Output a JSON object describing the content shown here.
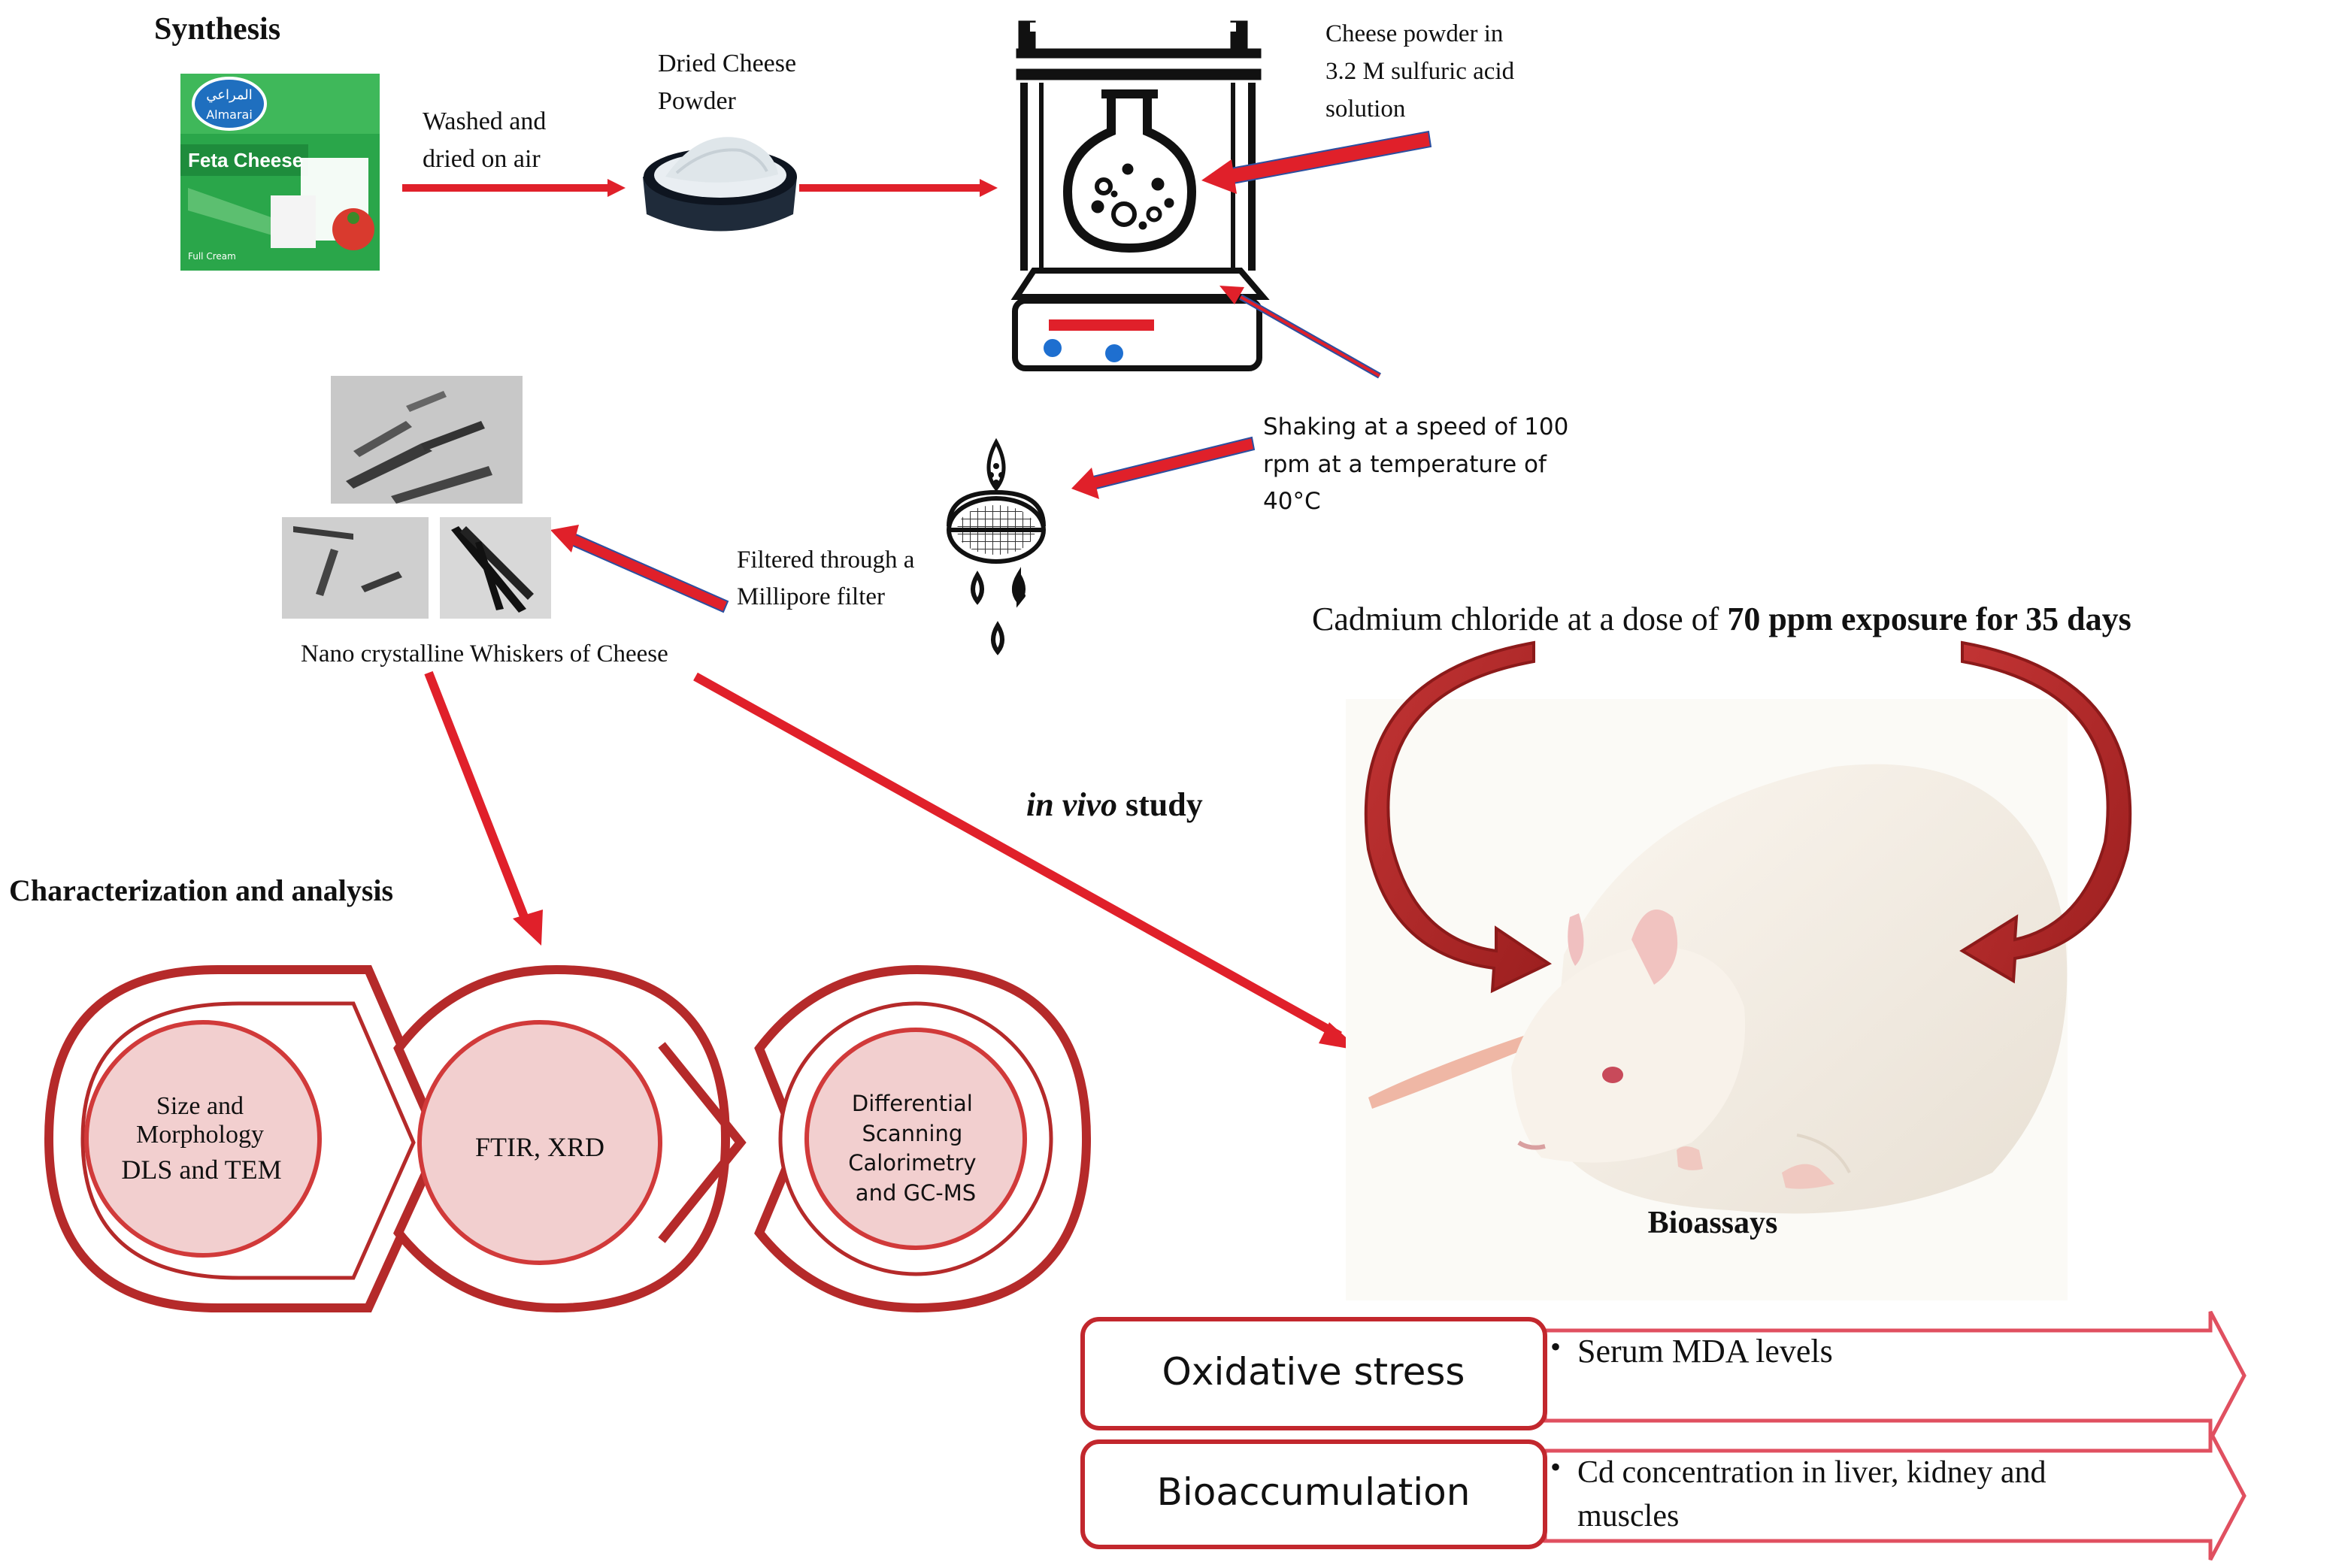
{
  "synthesis": {
    "title": "Synthesis",
    "product_text_arabic": "المراعي",
    "product_text_brand": "Almarai",
    "product_text_name": "Feta Cheese",
    "product_text_tag": "Full Cream",
    "step1": "Washed and\ndried on air",
    "step2": "Dried Cheese\nPowder",
    "step3": "Cheese powder in\n3.2 M sulfuric acid\nsolution",
    "step4": "Shaking at a speed of 100\nrpm at a temperature of\n40°C",
    "step5": "Filtered through a\nMillipore filter",
    "product": "Nano crystalline Whiskers of Cheese"
  },
  "characterization": {
    "title": "Characterization and analysis",
    "items": [
      {
        "label": "Size and\nMorphology\nDLS and TEM"
      },
      {
        "label": "FTIR, XRD"
      },
      {
        "label": "Differential\nScanning\nCalorimetry\nand GC-MS"
      }
    ]
  },
  "invivo": {
    "label_italic": "in vivo",
    "label_rest": " study",
    "exposure_part1": "Cadmium  chloride   at a dose of ",
    "exposure_bold1": "70 ppm",
    "exposure_part2": "  ",
    "exposure_bold2": "exposure for 35 days",
    "bioassays": "Bioassays"
  },
  "results": [
    {
      "name": "Oxidative  stress",
      "detail": "Serum  MDA levels"
    },
    {
      "name": "Bioaccumulation",
      "detail": "Cd concentration  in liver,  kidney  and\nmuscles"
    }
  ],
  "colors": {
    "arrow_red": "#e0202a",
    "arrow_outline": "#2b4fa0",
    "dark_red": "#b52a2a",
    "circle_fill": "#f2cfcf",
    "result_border": "#c2272d",
    "arrow_outline_pink": "#e05060"
  }
}
